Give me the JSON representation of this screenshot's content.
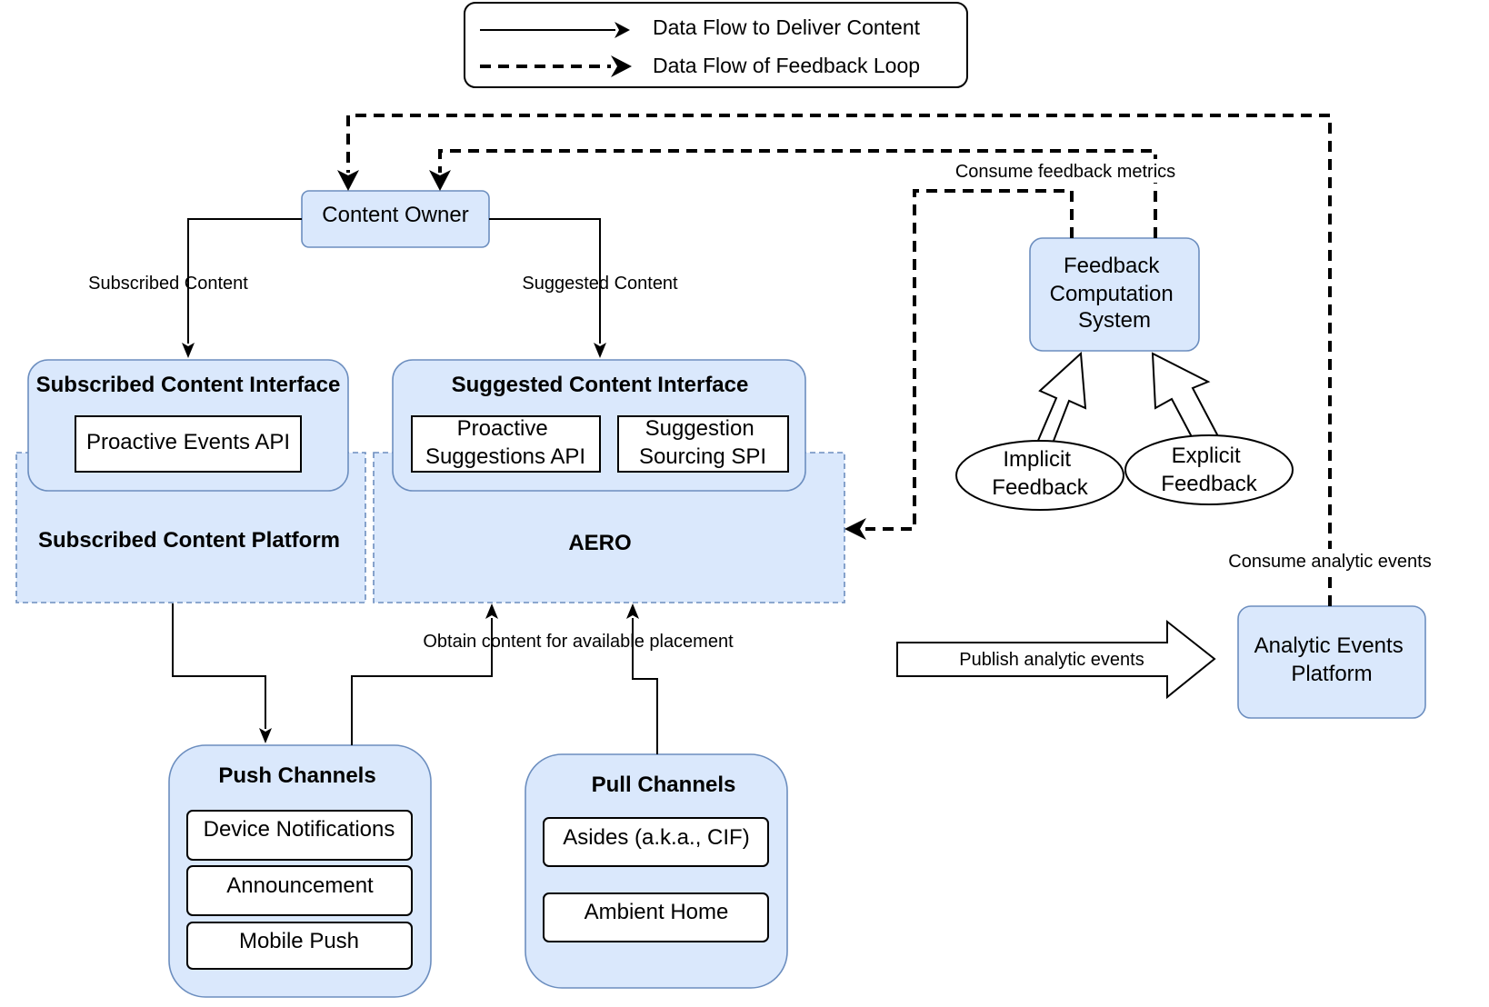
{
  "legend": {
    "solid_label": "Data Flow to Deliver Content",
    "dashed_label": "Data Flow of Feedback Loop"
  },
  "nodes": {
    "content_owner": "Content Owner",
    "subscribed_interface": "Subscribed Content Interface",
    "proactive_events_api": "Proactive Events API",
    "subscribed_platform": "Subscribed Content Platform",
    "suggested_interface": "Suggested Content Interface",
    "proactive_suggestions_api": [
      "Proactive",
      "Suggestions API"
    ],
    "suggestion_sourcing_spi": [
      "Suggestion",
      "Sourcing SPI"
    ],
    "aero": "AERO",
    "feedback_system": [
      "Feedback",
      "Computation",
      "System"
    ],
    "implicit_feedback": [
      "Implicit",
      "Feedback"
    ],
    "explicit_feedback": [
      "Explicit",
      "Feedback"
    ],
    "analytic_platform": [
      "Analytic Events",
      "Platform"
    ],
    "push_channels": {
      "title": "Push Channels",
      "items": [
        "Device Notifications",
        "Announcement",
        "Mobile Push"
      ]
    },
    "pull_channels": {
      "title": "Pull Channels",
      "items": [
        "Asides (a.k.a., CIF)",
        "Ambient Home"
      ]
    }
  },
  "edges": {
    "subscribed_content": "Subscribed Content",
    "suggested_content": "Suggested Content",
    "consume_feedback": "Consume feedback metrics",
    "consume_analytic": "Consume analytic events",
    "obtain_content": "Obtain content for available placement",
    "publish_analytic": "Publish analytic events"
  },
  "colors": {
    "node_fill": "#dae8fc",
    "node_stroke": "#6c8ebf",
    "line": "#000000"
  }
}
